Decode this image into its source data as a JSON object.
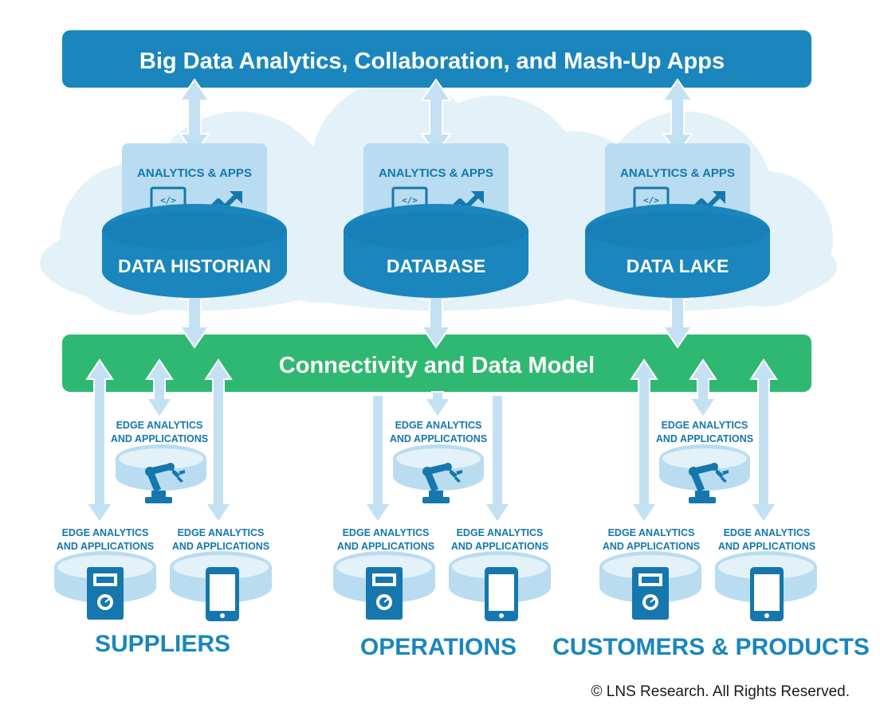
{
  "top_bar": {
    "title": "Big Data Analytics, Collaboration, and Mash-Up Apps"
  },
  "storage": [
    {
      "apps_label": "ANALYTICS & APPS",
      "name": "DATA HISTORIAN"
    },
    {
      "apps_label": "ANALYTICS & APPS",
      "name": "DATABASE"
    },
    {
      "apps_label": "ANALYTICS & APPS",
      "name": "DATA LAKE"
    }
  ],
  "middle_bar": {
    "title": "Connectivity and Data Model"
  },
  "edge": {
    "line1": "EDGE ANALYTICS",
    "line2": "AND APPLICATIONS"
  },
  "groups": [
    {
      "name": "SUPPLIERS"
    },
    {
      "name": "OPERATIONS"
    },
    {
      "name": "CUSTOMERS & PRODUCTS"
    }
  ],
  "footer": {
    "copyright": "© LNS Research. All Rights Reserved."
  },
  "colors": {
    "blue": "#1a86bd",
    "dark_blue": "#1577ad",
    "green": "#2eb872",
    "light_blue": "#b9dcf0",
    "cloud": "#e3f1f9",
    "arrow": "#c3e1f2"
  },
  "icons": [
    "laptop-code-icon",
    "trend-up-icon",
    "robot-arm-icon",
    "meter-device-icon",
    "smartphone-icon"
  ]
}
